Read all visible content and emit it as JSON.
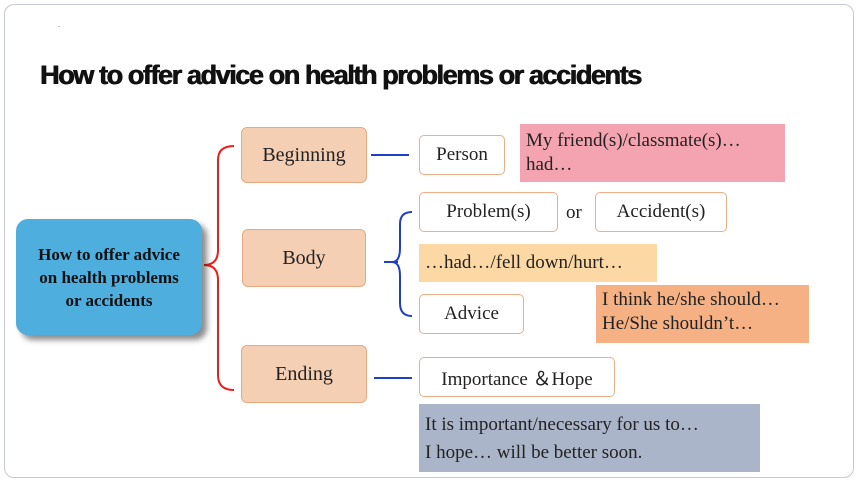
{
  "slide": {
    "dot": ".",
    "title": "How to offer advice on health problems or accidents"
  },
  "mindmap": {
    "center": "How to offer advice on health problems or accidents",
    "sections": {
      "beginning": "Beginning",
      "body": "Body",
      "ending": "Ending"
    },
    "beginning": {
      "person": "Person",
      "note_line1": "My friend(s)/classmate(s)…",
      "note_line2": "had…"
    },
    "body": {
      "problem": "Problem(s)",
      "or": "or",
      "accident": "Accident(s)",
      "had_note": "…had…/fell down/hurt…",
      "advice": "Advice",
      "advice_line1": "I think he/she should…",
      "advice_line2": "He/She shouldn’t…"
    },
    "ending": {
      "importance": "Importance ＆Hope",
      "note_line1": "It is important/necessary for us to…",
      "note_line2": "I hope… will be better soon."
    }
  },
  "colors": {
    "center_box": "#4eaede",
    "section_box": "#f5cfb4",
    "section_border": "#e8a982",
    "red_brace": "#e8201c",
    "blue_lines": "#1f3fc8",
    "pink_note": "#f4a4b0",
    "yellow_note": "#fcd8a4",
    "orange_note": "#f5b183",
    "gray_note": "#abb5c9"
  }
}
